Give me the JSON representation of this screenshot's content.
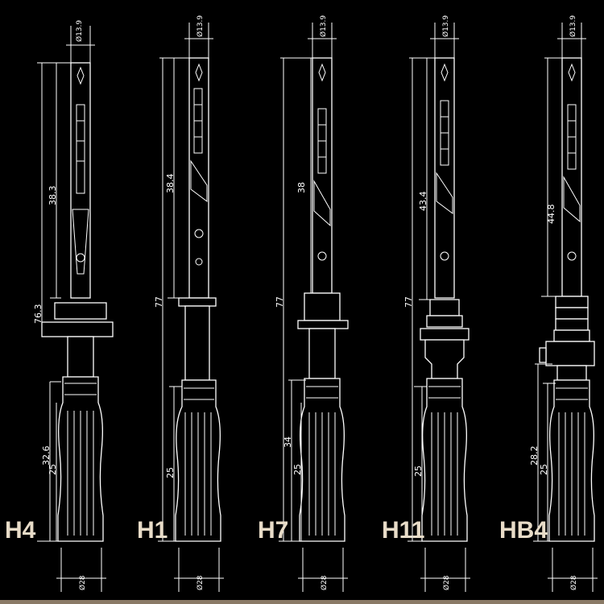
{
  "bulbs": [
    {
      "type": "H4",
      "dia_top": "Ø13.9",
      "upper": "38.3",
      "overall": "76.3",
      "lower_a": "32.6",
      "lower_b": "25",
      "dia_bottom": "Ø28"
    },
    {
      "type": "H1",
      "dia_top": "Ø13.9",
      "upper": "38.4",
      "overall": "77",
      "lower_a": "",
      "lower_b": "25",
      "dia_bottom": "Ø28"
    },
    {
      "type": "H7",
      "dia_top": "Ø13.9",
      "upper": "38",
      "overall": "77",
      "lower_a": "34",
      "lower_b": "25",
      "dia_bottom": "Ø28"
    },
    {
      "type": "H11",
      "dia_top": "Ø13.9",
      "upper": "43.4",
      "overall": "77",
      "lower_a": "",
      "lower_b": "25",
      "dia_bottom": "Ø28"
    },
    {
      "type": "HB4",
      "dia_top": "Ø13.9",
      "upper": "44.8",
      "overall": "",
      "lower_a": "28.2",
      "lower_b": "25",
      "dia_bottom": "Ø28"
    }
  ]
}
